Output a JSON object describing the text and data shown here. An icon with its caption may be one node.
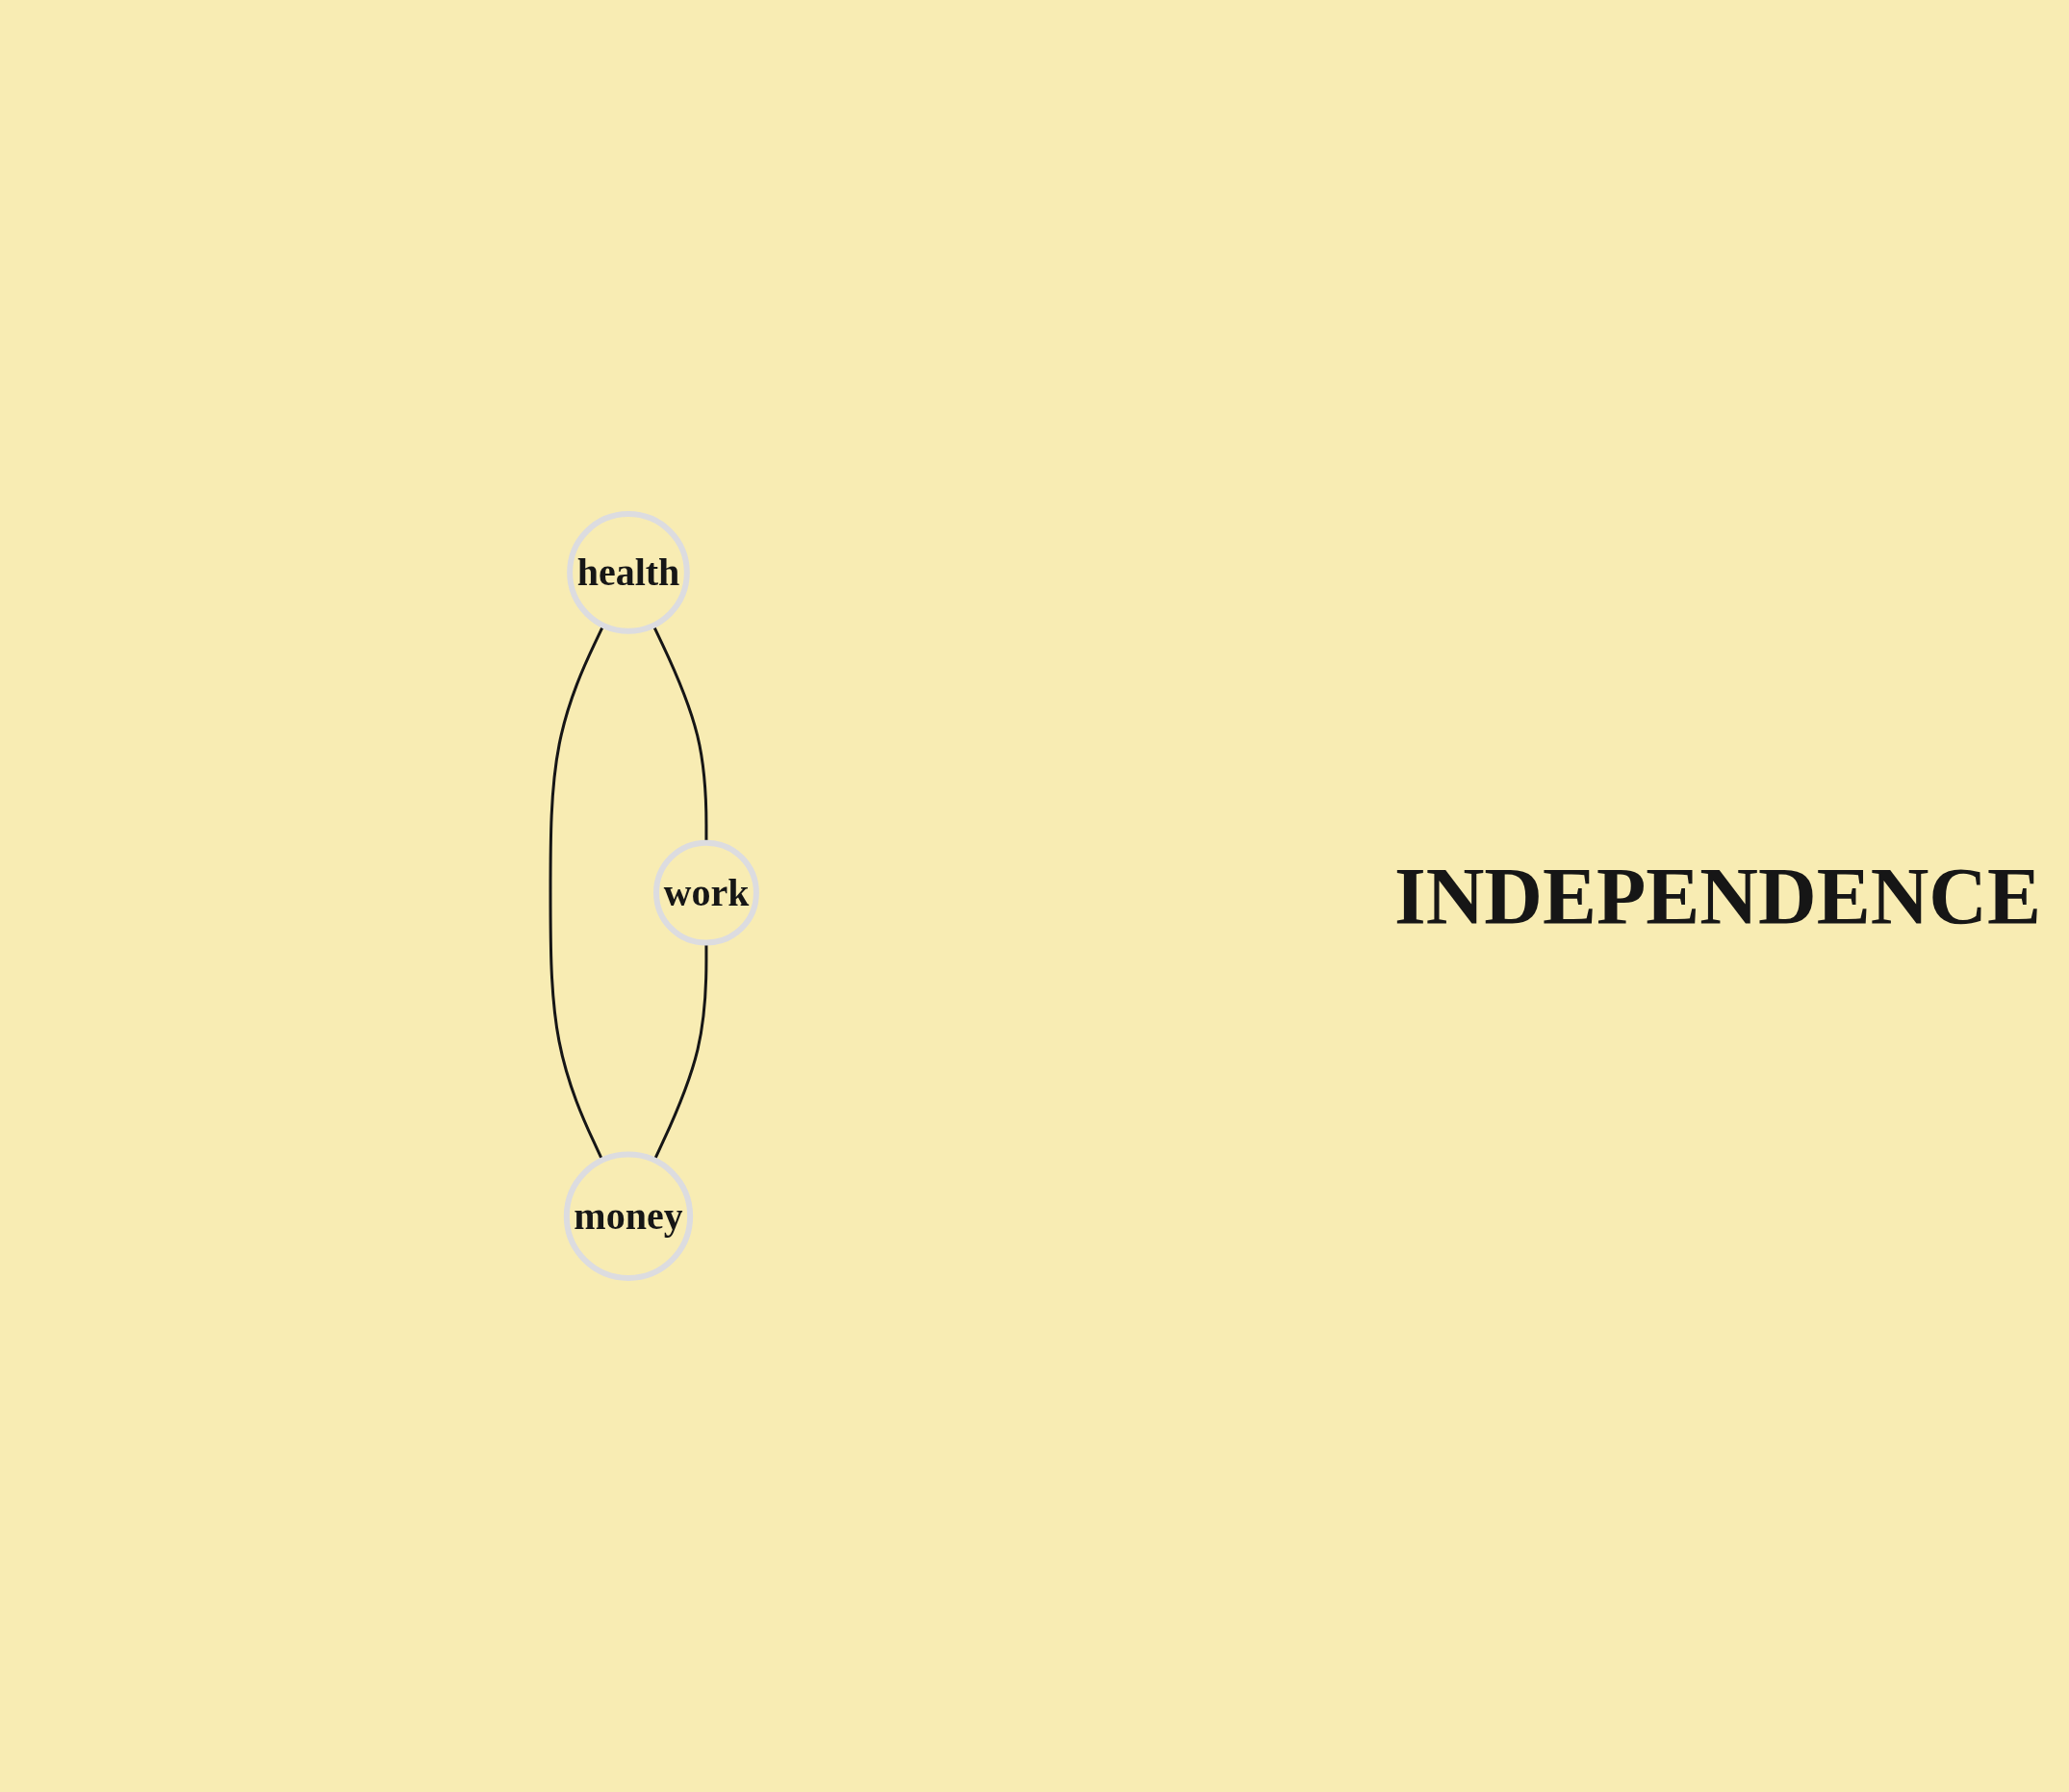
{
  "diagram": {
    "nodes": [
      {
        "text": [
          "health"
        ]
      },
      {
        "text": [
          "work"
        ]
      },
      {
        "text": [
          "money"
        ]
      }
    ],
    "edges": [
      {
        "from": 0,
        "to": 1,
        "arrow": "none"
      },
      {
        "from": 0,
        "to": 2,
        "arrow": "none"
      },
      {
        "from": 1,
        "to": 2,
        "arrow": "none"
      }
    ],
    "labels": [
      "INDEPENDENCE"
    ]
  }
}
